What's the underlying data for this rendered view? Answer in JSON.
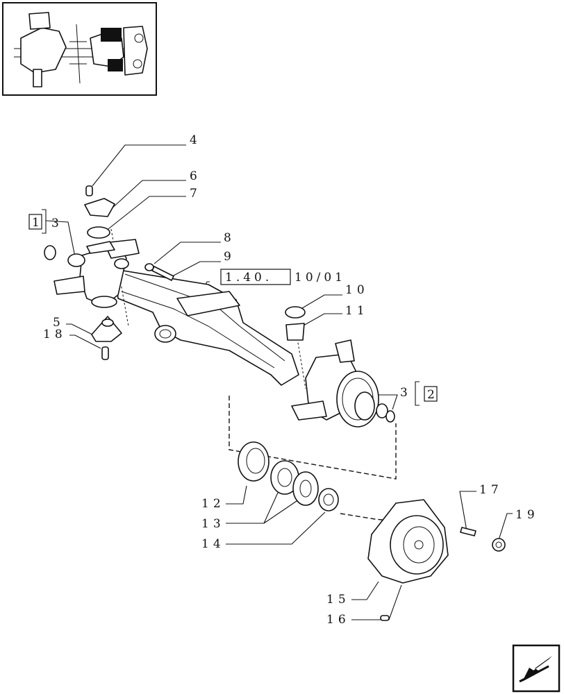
{
  "callouts": {
    "c4": "4",
    "c6": "6",
    "c7": "7",
    "c8": "8",
    "c9": "9",
    "c10": "10",
    "c11": "11",
    "c5": "5",
    "c18": "18",
    "c3_left": "3",
    "c3_right": "3",
    "c12": "12",
    "c13": "13",
    "c14": "14",
    "c15": "15",
    "c16": "16",
    "c17": "17",
    "c19": "19"
  },
  "boxed_refs": {
    "left_box": "1",
    "right_box": "2",
    "cross_ref_boxed": "1.40.",
    "cross_ref_rest": "10/01"
  },
  "icons": {
    "thumbnail": "axle-assembly-thumbnail",
    "nav": "previous-page-arrow-icon"
  }
}
